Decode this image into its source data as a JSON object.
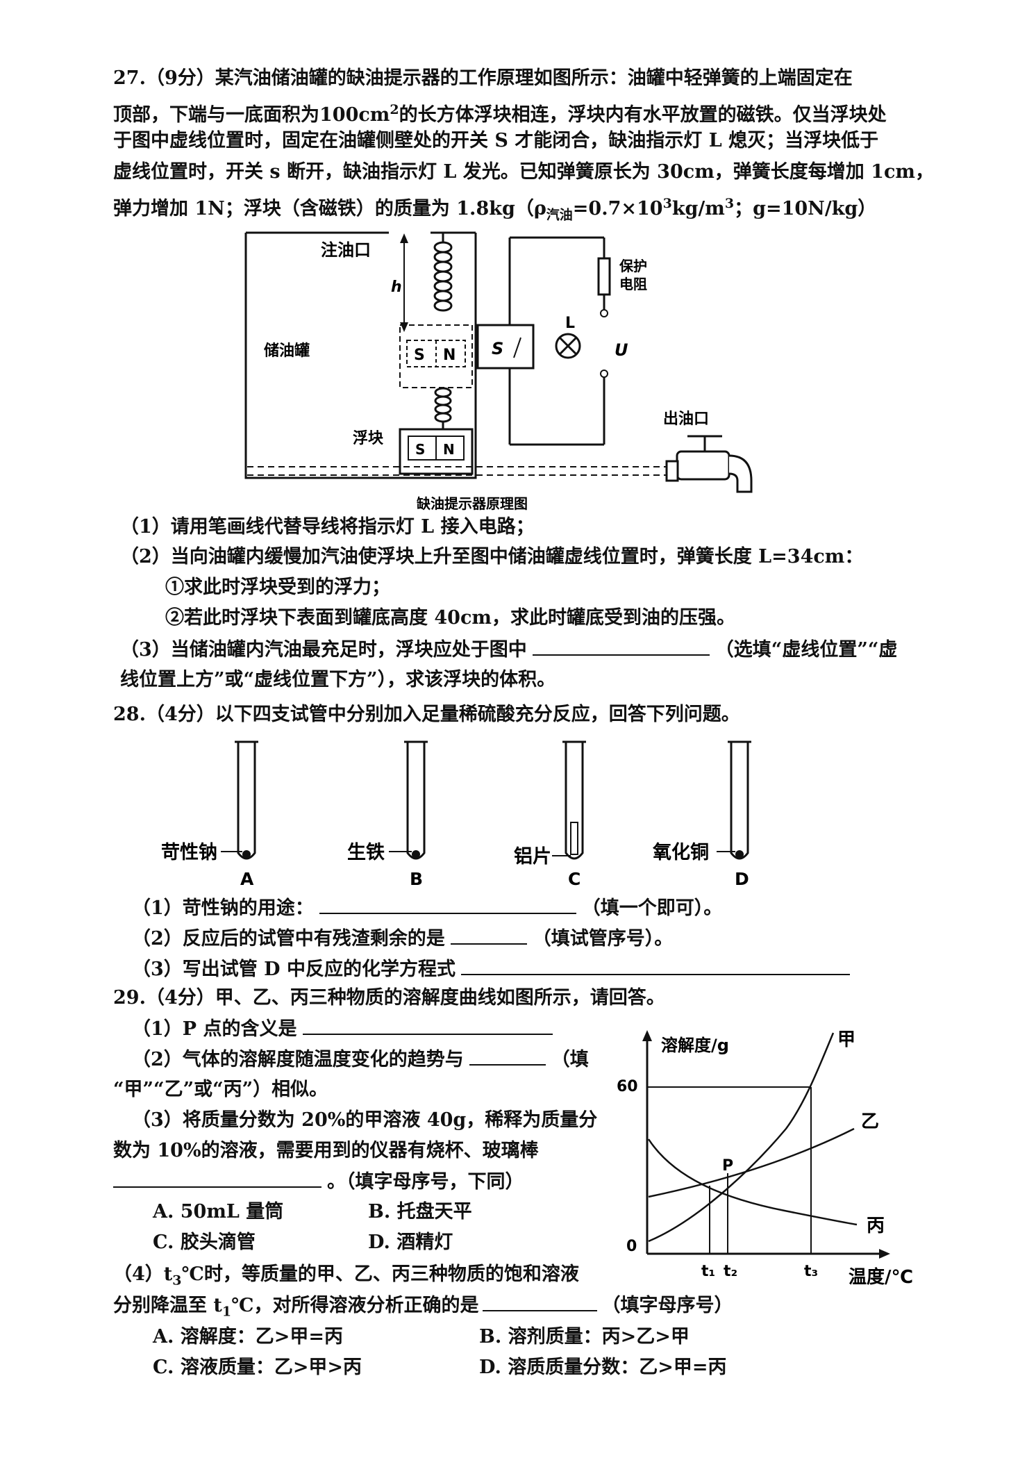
{
  "q27": {
    "l1": "27.（9分）某汽油储油罐的缺油提示器的工作原理如图所示：油罐中轻弹簧的上端固定在",
    "l2a": "顶部，下端与一底面积为100cm",
    "l2sup": "2",
    "l2b": "的长方体浮块相连，浮块内有水平放置的磁铁。仅当浮块处",
    "l3": "于图中虚线位置时，固定在油罐侧壁处的开关 S 才能闭合，缺油指示灯 L 熄灭；当浮块低于",
    "l4": "虚线位置时，开关 s 断开，缺油指示灯 L 发光。已知弹簧原长为 30cm，弹簧长度每增加 1cm，",
    "l5a": "弹力增加 1N；浮块（含磁铁）的质量为 1.8kg（ρ",
    "l5sub": "汽油",
    "l5b": "=0.7×10",
    "l5sup": "3",
    "l5c": "kg/m",
    "l5sup2": "3",
    "l5d": "；g=10N/kg）",
    "fig": {
      "inlet": "注油口",
      "h": "h",
      "tank": "储油罐",
      "s": "S",
      "n": "N",
      "switch_s": "S",
      "protect1": "保护",
      "protect2": "电阻",
      "lamp": "L",
      "u": "U",
      "float": "浮块",
      "outlet": "出油口",
      "caption": "缺油提示器原理图"
    },
    "p1": "（1）请用笔画线代替导线将指示灯 L 接入电路；",
    "p2": "（2）当向油罐内缓慢加汽油使浮块上升至图中储油罐虚线位置时，弹簧长度 L=34cm：",
    "p2a": "①求此时浮块受到的浮力；",
    "p2b": "②若此时浮块下表面到罐底高度 40cm，求此时罐底受到油的压强。",
    "p3a": "（3）当储油罐内汽油最充足时，浮块应处于图中",
    "p3b": "（选填“虚线位置”“虚",
    "p3c": "线位置上方”或“虚线位置下方”），求该浮块的体积。"
  },
  "q28": {
    "title": "28.（4分）以下四支试管中分别加入足量稀硫酸充分反应，回答下列问题。",
    "tubes": [
      {
        "label": "苛性钠",
        "letter": "A"
      },
      {
        "label": "生铁",
        "letter": "B"
      },
      {
        "label": "铝片",
        "letter": "C"
      },
      {
        "label": "氧化铜",
        "letter": "D"
      }
    ],
    "s1a": "（1）苛性钠的用途：",
    "s1b": "（填一个即可）。",
    "s2a": "（2）反应后的试管中有残渣剩余的是",
    "s2b": "（填试管序号）。",
    "s3": "（3）写出试管 D 中反应的化学方程式"
  },
  "q29": {
    "title": "29.（4分）甲、乙、丙三种物质的溶解度曲线如图所示，请回答。",
    "s1": "（1）P 点的含义是",
    "s2a": "（2）气体的溶解度随温度变化的趋势与",
    "s2b": "（填",
    "s2c": "“甲”“乙”或“丙”）相似。",
    "s3a": "（3）将质量分数为 20%的甲溶液 40g，稀释为质量分",
    "s3b": "数为 10%的溶液，需要用到的仪器有烧杯、玻璃棒",
    "s3c": "。（填字母序号，下同）",
    "opts3": [
      "A. 50mL 量筒",
      "B. 托盘天平",
      "C. 胶头滴管",
      "D. 酒精灯"
    ],
    "s4a": "（4）t",
    "s4a_sub": "3",
    "s4b": "℃时，等质量的甲、乙、丙三种物质的饱和溶液",
    "s4c": "分别降温至 t",
    "s4c_sub": "1",
    "s4d": "℃，对所得溶液分析正确的是",
    "s4e": "（填字母序号）",
    "opts4": [
      "A. 溶解度：乙>甲=丙",
      "B. 溶剂质量：丙>乙>甲",
      "C. 溶液质量：乙>甲>丙",
      "D. 溶质质量分数：乙>甲=丙"
    ],
    "chart": {
      "ylabel": "溶解度/g",
      "xlabel": "温度/℃",
      "y60": "60",
      "origin": "0",
      "t1": "t₁",
      "t2": "t₂",
      "t3": "t₃",
      "p": "P",
      "jia": "甲",
      "yi": "乙",
      "bing": "丙"
    }
  }
}
